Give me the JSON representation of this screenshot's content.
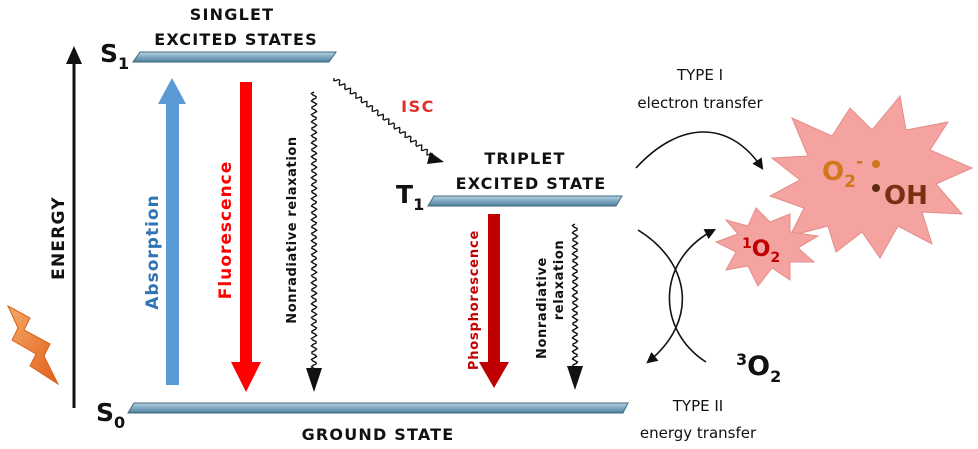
{
  "axis": {
    "label": "ENERGY"
  },
  "states": {
    "s1": {
      "symbol": "S",
      "subscript": "1",
      "caption_line1": "SINGLET",
      "caption_line2": "EXCITED STATES"
    },
    "t1": {
      "symbol": "T",
      "subscript": "1",
      "caption_line1": "TRIPLET",
      "caption_line2": "EXCITED STATE"
    },
    "s0": {
      "symbol": "S",
      "subscript": "0",
      "caption": "GROUND STATE"
    }
  },
  "transitions": {
    "absorption": "Absorption",
    "fluorescence": "Fluorescence",
    "nonradiative_s1": "Nonradiative relaxation",
    "isc": "ISC",
    "phosphorescence": "Phosphorescence",
    "nonradiative_t1_line1": "Nonradiative",
    "nonradiative_t1_line2": "relaxation"
  },
  "pathways": {
    "type1_line1": "TYPE I",
    "type1_line2": "electron transfer",
    "type2_line1": "TYPE II",
    "type2_line2": "energy transfer"
  },
  "species": {
    "superoxide": {
      "base": "O",
      "sub": "2",
      "sup": "-"
    },
    "hydroxyl": "OH",
    "singlet_oxygen": {
      "sup": "1",
      "base": "O",
      "sub": "2"
    },
    "triplet_oxygen": {
      "sup": "3",
      "base": "O",
      "sub": "2"
    }
  },
  "colors": {
    "absorption": "#5a9bd5",
    "fluorescence": "#ff0000",
    "phosphorescence": "#c00000",
    "isc_label": "#e0302a",
    "state_bar": "#5f8fa8",
    "burst_fill": "#f4a3a0",
    "burst_stroke": "#e06666",
    "superoxide": "#d0761c",
    "hydroxyl": "#7a2e12",
    "singlet_oxygen": "#c00000",
    "lightning": "#f08a3c"
  },
  "icons": [
    "lightning-icon"
  ]
}
